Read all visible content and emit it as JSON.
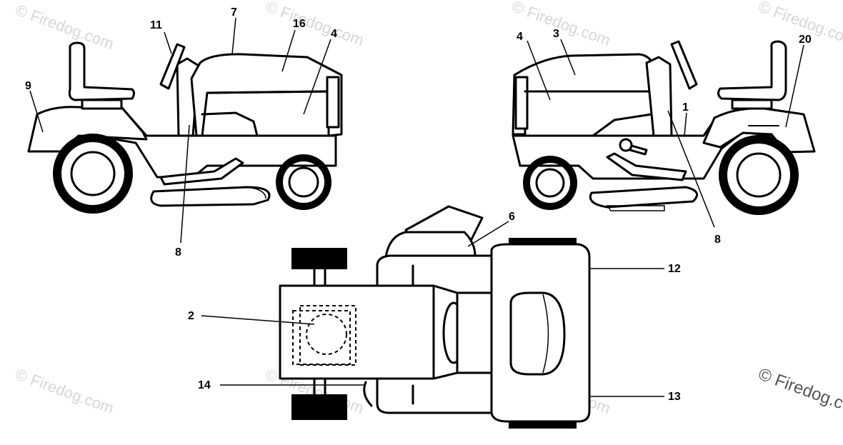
{
  "watermark": {
    "text": "© Firedog.com",
    "corner_text": "© Firedog.c"
  },
  "callouts": {
    "left_view": {
      "c11": "11",
      "c7": "7",
      "c16": "16",
      "c4": "4",
      "c9": "9",
      "c8": "8"
    },
    "right_view": {
      "c4": "4",
      "c3": "3",
      "c20": "20",
      "c1": "1",
      "c8": "8"
    },
    "top_view": {
      "c6": "6",
      "c12": "12",
      "c2": "2",
      "c14": "14",
      "c13": "13"
    }
  },
  "icons": {
    "key": "ignition-key-icon"
  }
}
